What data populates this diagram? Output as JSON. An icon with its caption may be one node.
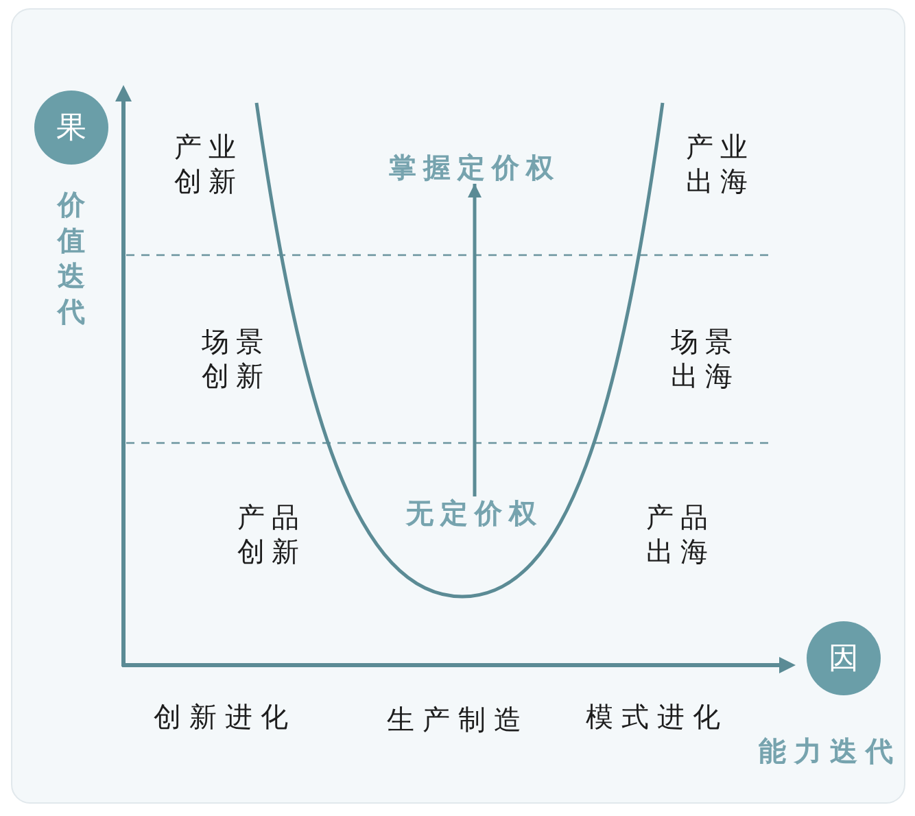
{
  "diagram": {
    "nodes": [
      {
        "text": [
          "果"
        ]
      },
      {
        "text": [
          "掌握定价权"
        ]
      },
      {
        "text": [
          "无定价权"
        ]
      },
      {
        "text": [
          "因"
        ]
      }
    ],
    "edges": [
      {
        "from": 2,
        "to": 1,
        "arrow": "to"
      }
    ],
    "labels": [
      "价值迭代",
      "产业创新",
      "产业出海",
      "场景创新",
      "场景出海",
      "产品创新",
      "产品出海",
      "创新进化",
      "生产制造",
      "模式进化",
      "能力迭代"
    ]
  }
}
